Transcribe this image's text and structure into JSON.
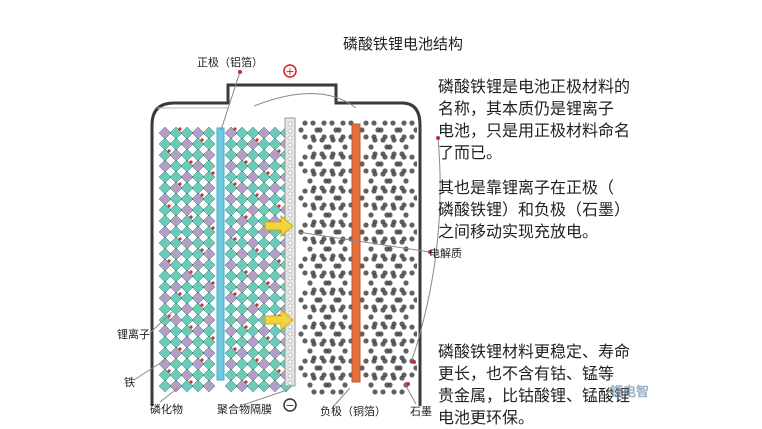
{
  "title": "磷酸铁锂电池结构",
  "paragraphs": [
    "磷酸铁锂是电池正极材料的\n名称，其本质仍是锂离子\n电池，只是用正极材料命名\n了而已。",
    "其也是靠锂离子在正极（\n磷酸铁锂）和负极（石墨）\n之间移动实现充放电。",
    "磷酸铁锂材料更稳定、寿命\n更长，也不含有钴、锰等\n贵金属，比钴酸锂、锰酸锂\n电池更环保。"
  ],
  "labels": {
    "positive_collector": "正极（铝箔）",
    "electrolyte": "电解质",
    "lithium_ion": "锂离子",
    "iron": "铁",
    "phosphide": "磷化物",
    "separator": "聚合物隔膜",
    "negative_collector": "负极（铜箔）",
    "graphite": "石墨"
  },
  "symbols": {
    "plus": "+",
    "minus": "−"
  },
  "watermark": "锂电智",
  "colors": {
    "positive_crystal": "#3cb8a0",
    "positive_crystal_alt": "#7c4a9a",
    "aluminum_foil": "#6ec9e0",
    "copper_foil": "#e2703a",
    "graphite": "#444444",
    "separator": "#b8b8b8",
    "arrow": "#f4d43c",
    "terminal": "#d02020"
  },
  "icons": [
    "plus-terminal-icon",
    "minus-terminal-icon",
    "ion-arrow-icon"
  ]
}
